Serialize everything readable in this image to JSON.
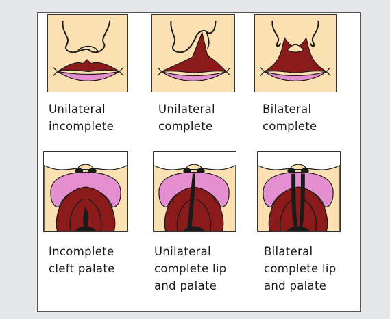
{
  "colors": {
    "skin": "#fbe1b1",
    "lip_pink": "#e48fcf",
    "palate_red": "#8b1a1a",
    "outline": "#1a1a1a",
    "background": "#e6e7e8"
  },
  "figures": [
    {
      "lines": [
        "Unilateral",
        "incomplete"
      ]
    },
    {
      "lines": [
        "Unilateral",
        "complete"
      ]
    },
    {
      "lines": [
        "Bilateral",
        "complete"
      ]
    },
    {
      "lines": [
        "Incomplete",
        "cleft palate"
      ]
    },
    {
      "lines": [
        "Unilateral",
        "complete lip",
        "and palate"
      ]
    },
    {
      "lines": [
        "Bilateral",
        "complete lip",
        "and palate"
      ]
    }
  ]
}
